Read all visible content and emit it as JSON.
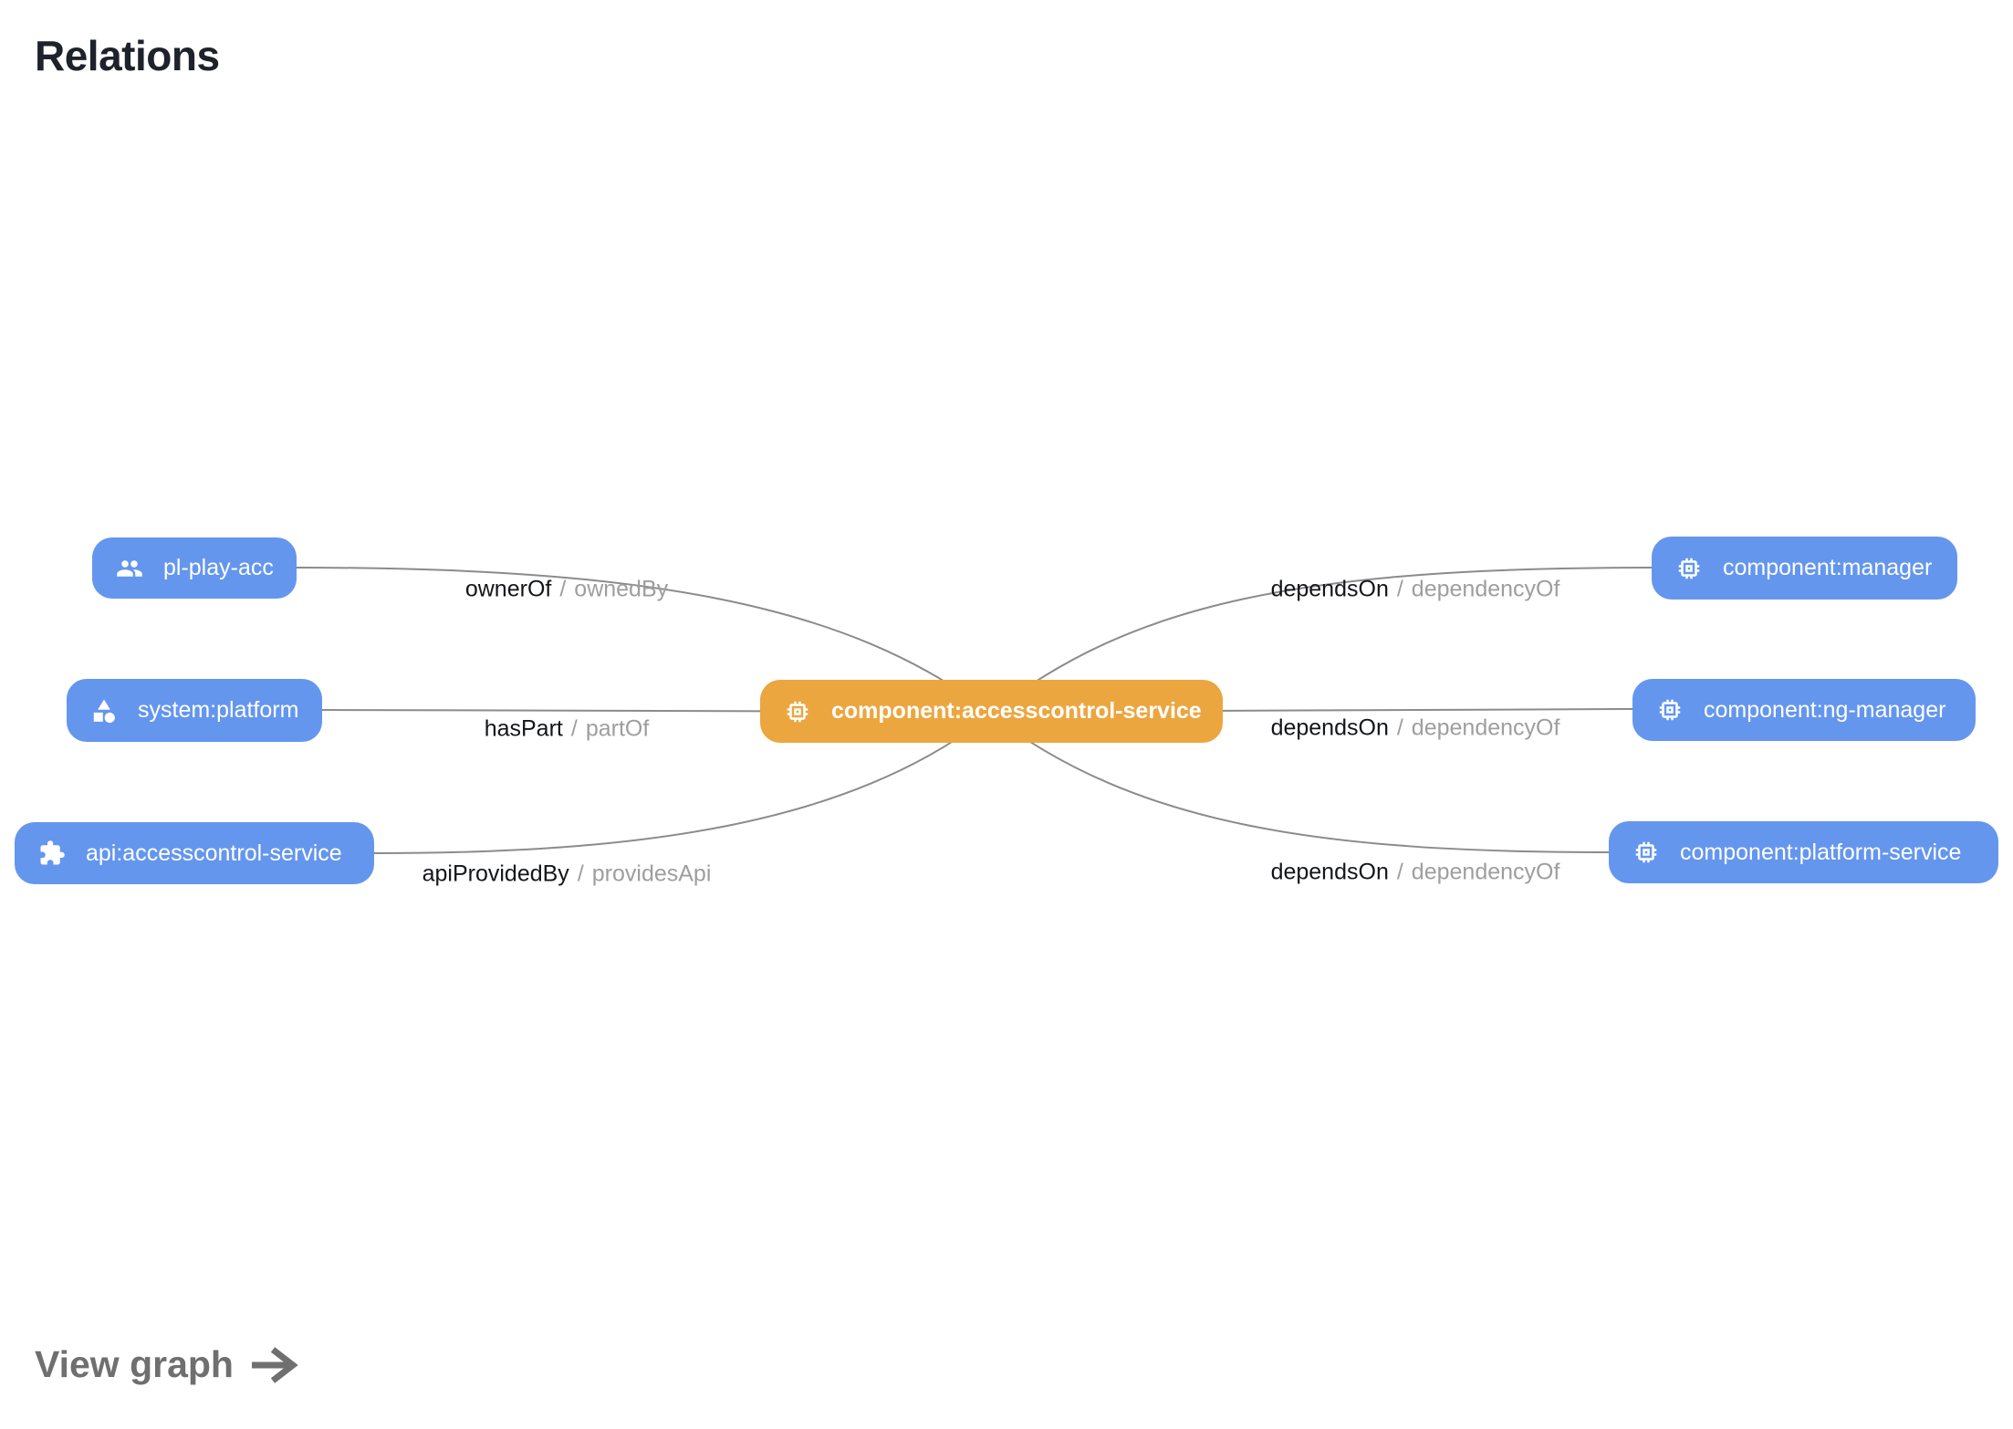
{
  "card": {
    "title": "Relations",
    "view_graph": {
      "label": "View graph",
      "icon": "arrow-right-icon"
    }
  },
  "colors": {
    "node_blue": "#6496EE",
    "node_orange": "#ECA63F",
    "edge_line": "#8B8B8B",
    "label_primary": "#131519",
    "label_secondary": "#9E9E9E"
  },
  "graph": {
    "center": {
      "label": "component:accesscontrol-service",
      "icon": "memory-chip-icon",
      "color": "#ECA63F"
    },
    "nodes_left": [
      {
        "label": "pl-play-acc",
        "icon": "people-icon"
      },
      {
        "label": "system:platform",
        "icon": "category-icon"
      },
      {
        "label": "api:accesscontrol-service",
        "icon": "puzzle-icon"
      }
    ],
    "nodes_right": [
      {
        "label": "component:manager",
        "icon": "memory-chip-icon"
      },
      {
        "label": "component:ng-manager",
        "icon": "memory-chip-icon"
      },
      {
        "label": "component:platform-service",
        "icon": "memory-chip-icon"
      }
    ],
    "edges_left": [
      {
        "forward": "ownerOf",
        "separator": "/",
        "reverse": "ownedBy"
      },
      {
        "forward": "hasPart",
        "separator": "/",
        "reverse": "partOf"
      },
      {
        "forward": "apiProvidedBy",
        "separator": "/",
        "reverse": "providesApi"
      }
    ],
    "edges_right": [
      {
        "forward": "dependsOn",
        "separator": "/",
        "reverse": "dependencyOf"
      },
      {
        "forward": "dependsOn",
        "separator": "/",
        "reverse": "dependencyOf"
      },
      {
        "forward": "dependsOn",
        "separator": "/",
        "reverse": "dependencyOf"
      }
    ]
  }
}
